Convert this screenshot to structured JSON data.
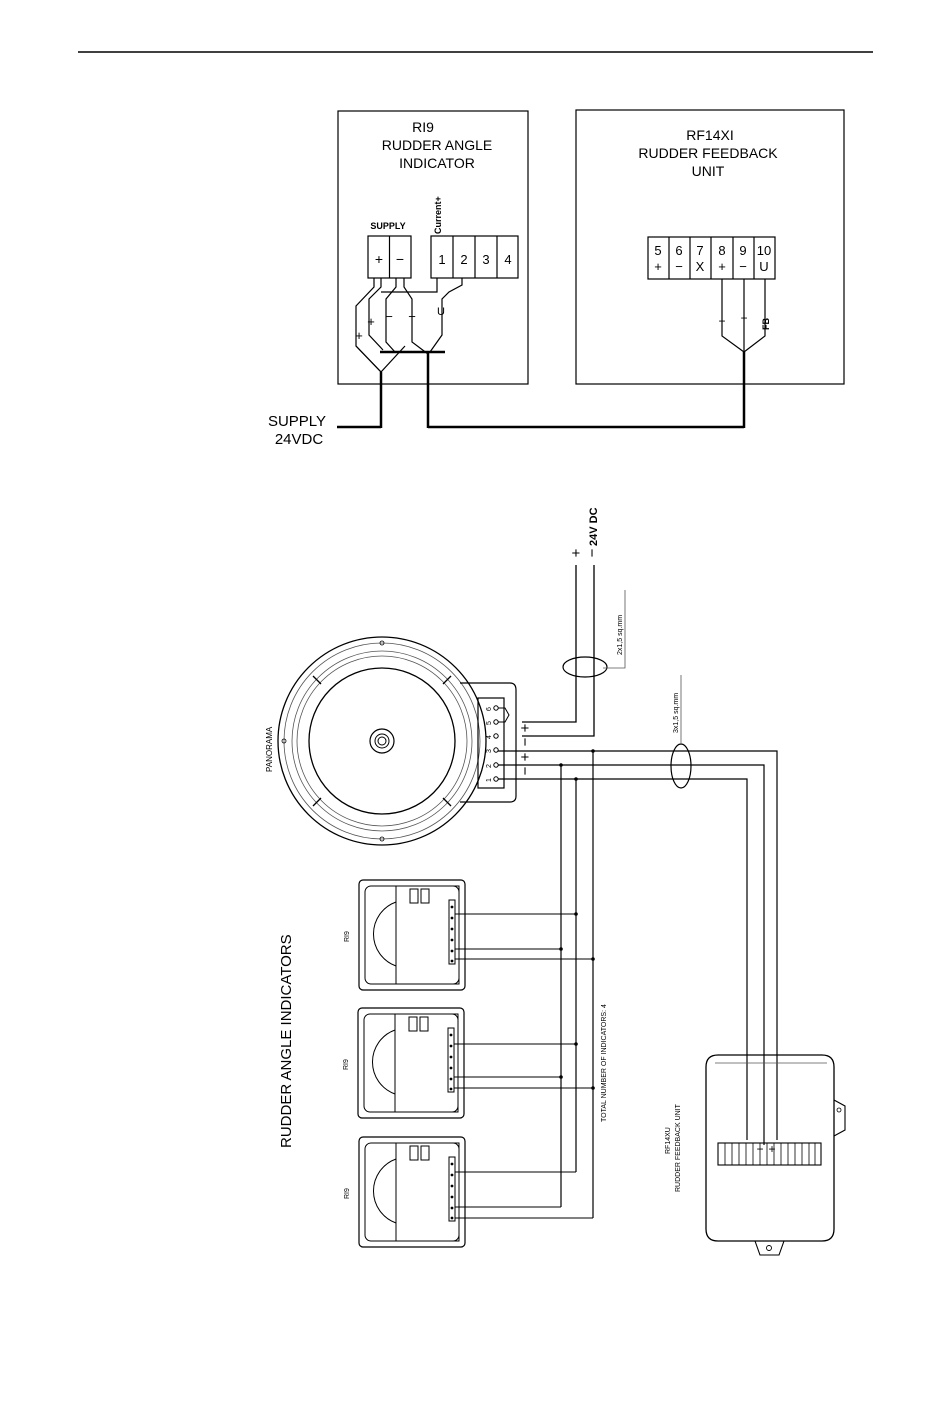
{
  "top": {
    "ri9": {
      "lines": [
        "RI9",
        "RUDDER  ANGLE",
        "INDICATOR"
      ],
      "supply_label": "SUPPLY",
      "current_label": "Current+",
      "terminals": [
        "+",
        "−",
        "1",
        "2",
        "3",
        "4"
      ],
      "wire_labels": [
        "+",
        "+",
        "−",
        "−",
        "U"
      ]
    },
    "rf14xi": {
      "lines": [
        "RF14XI",
        "RUDDER  FEEDBACK",
        "UNIT"
      ],
      "terminal_numbers": [
        "5",
        "6",
        "7",
        "8",
        "9",
        "10"
      ],
      "terminal_signs": [
        "+",
        "−",
        "X",
        "+",
        "−",
        "U"
      ],
      "wire_labels": [
        "+",
        "−",
        "FB"
      ]
    },
    "supply": [
      "SUPPLY",
      "24VDC"
    ]
  },
  "bottom": {
    "supply_label": "24V DC",
    "supply_signs": [
      "+",
      "−"
    ],
    "cable_1": "2x1,5 sq.mm",
    "cable_2": "3x1,5 sq.mm",
    "panorama_label": "PANORAMA",
    "terminal_numbers": [
      "6",
      "5",
      "4",
      "3",
      "2",
      "1"
    ],
    "terminal_signs": [
      "+",
      "−",
      "+",
      "−"
    ],
    "section_title": "RUDDER ANGLE INDICATORS",
    "indicator_labels": [
      "RI9",
      "RI9",
      "RI9"
    ],
    "total_label": "TOTAL NUMBER OF INDICATORS: 4",
    "feedback_label_1": "RF14XU",
    "feedback_label_2": "RUDDER FEEDBACK UNIT",
    "feedback_signs": [
      "−",
      "+"
    ]
  }
}
